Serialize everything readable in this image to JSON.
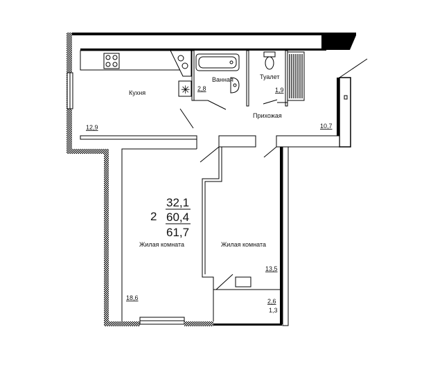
{
  "summary": {
    "rooms_count": "2",
    "living_area": "32,1",
    "total_area": "60,4",
    "total_area_with_balcony": "61,7"
  },
  "rooms": {
    "kitchen": {
      "name": "Кухня",
      "area": "12,9"
    },
    "bathroom": {
      "name": "Ванная",
      "area": "2,8"
    },
    "toilet": {
      "name": "Туалет",
      "area": "1,9"
    },
    "hallway": {
      "name": "Прихожая",
      "area": "10,7"
    },
    "living_room_1": {
      "name": "Жилая комната",
      "area": "18,6"
    },
    "living_room_2": {
      "name": "Жилая комната",
      "area": "13,5"
    },
    "balcony": {
      "area": "2,6",
      "area_reduced": "1,3"
    }
  }
}
